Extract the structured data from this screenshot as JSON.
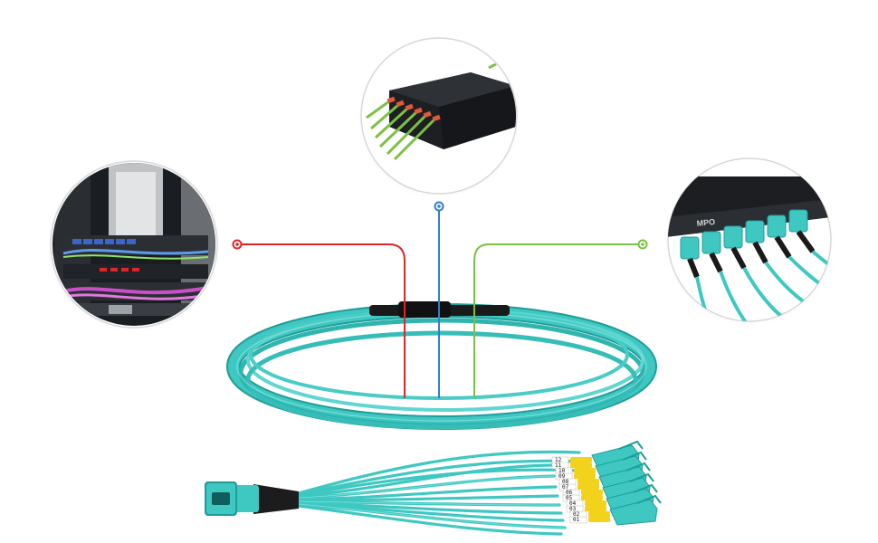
{
  "colors": {
    "cable": "#3fc8c2",
    "cable_dark": "#1f9d98",
    "callout_red": "#e0262a",
    "callout_blue": "#2f7fd0",
    "callout_green": "#7bc142",
    "boot_yellow": "#f2d21b"
  },
  "insets": [
    {
      "name": "rack-inset",
      "callout": "callout_red"
    },
    {
      "name": "cassette-inset",
      "callout": "callout_blue"
    },
    {
      "name": "mpo-panel-inset",
      "callout": "callout_green"
    }
  ],
  "panel_label": "MPO",
  "fiber_labels": [
    "12",
    "11",
    "10",
    "09",
    "08",
    "07",
    "06",
    "05",
    "04",
    "03",
    "02",
    "01"
  ]
}
